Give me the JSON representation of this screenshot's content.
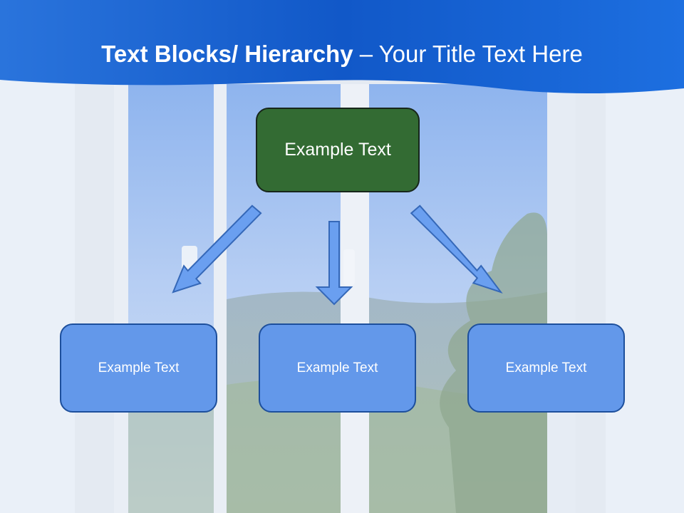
{
  "title": {
    "bold": "Text Blocks/ Hierarchy",
    "rest": " – Your Title Text Here"
  },
  "diagram": {
    "top": {
      "label": "Example Text"
    },
    "children": [
      {
        "label": "Example Text"
      },
      {
        "label": "Example Text"
      },
      {
        "label": "Example Text"
      }
    ]
  },
  "colors": {
    "header_blue": "#1a66d8",
    "top_box": "#336b33",
    "child_box": "#6398ea",
    "arrow_fill": "#6a9ff0",
    "arrow_stroke": "#3568b8"
  }
}
